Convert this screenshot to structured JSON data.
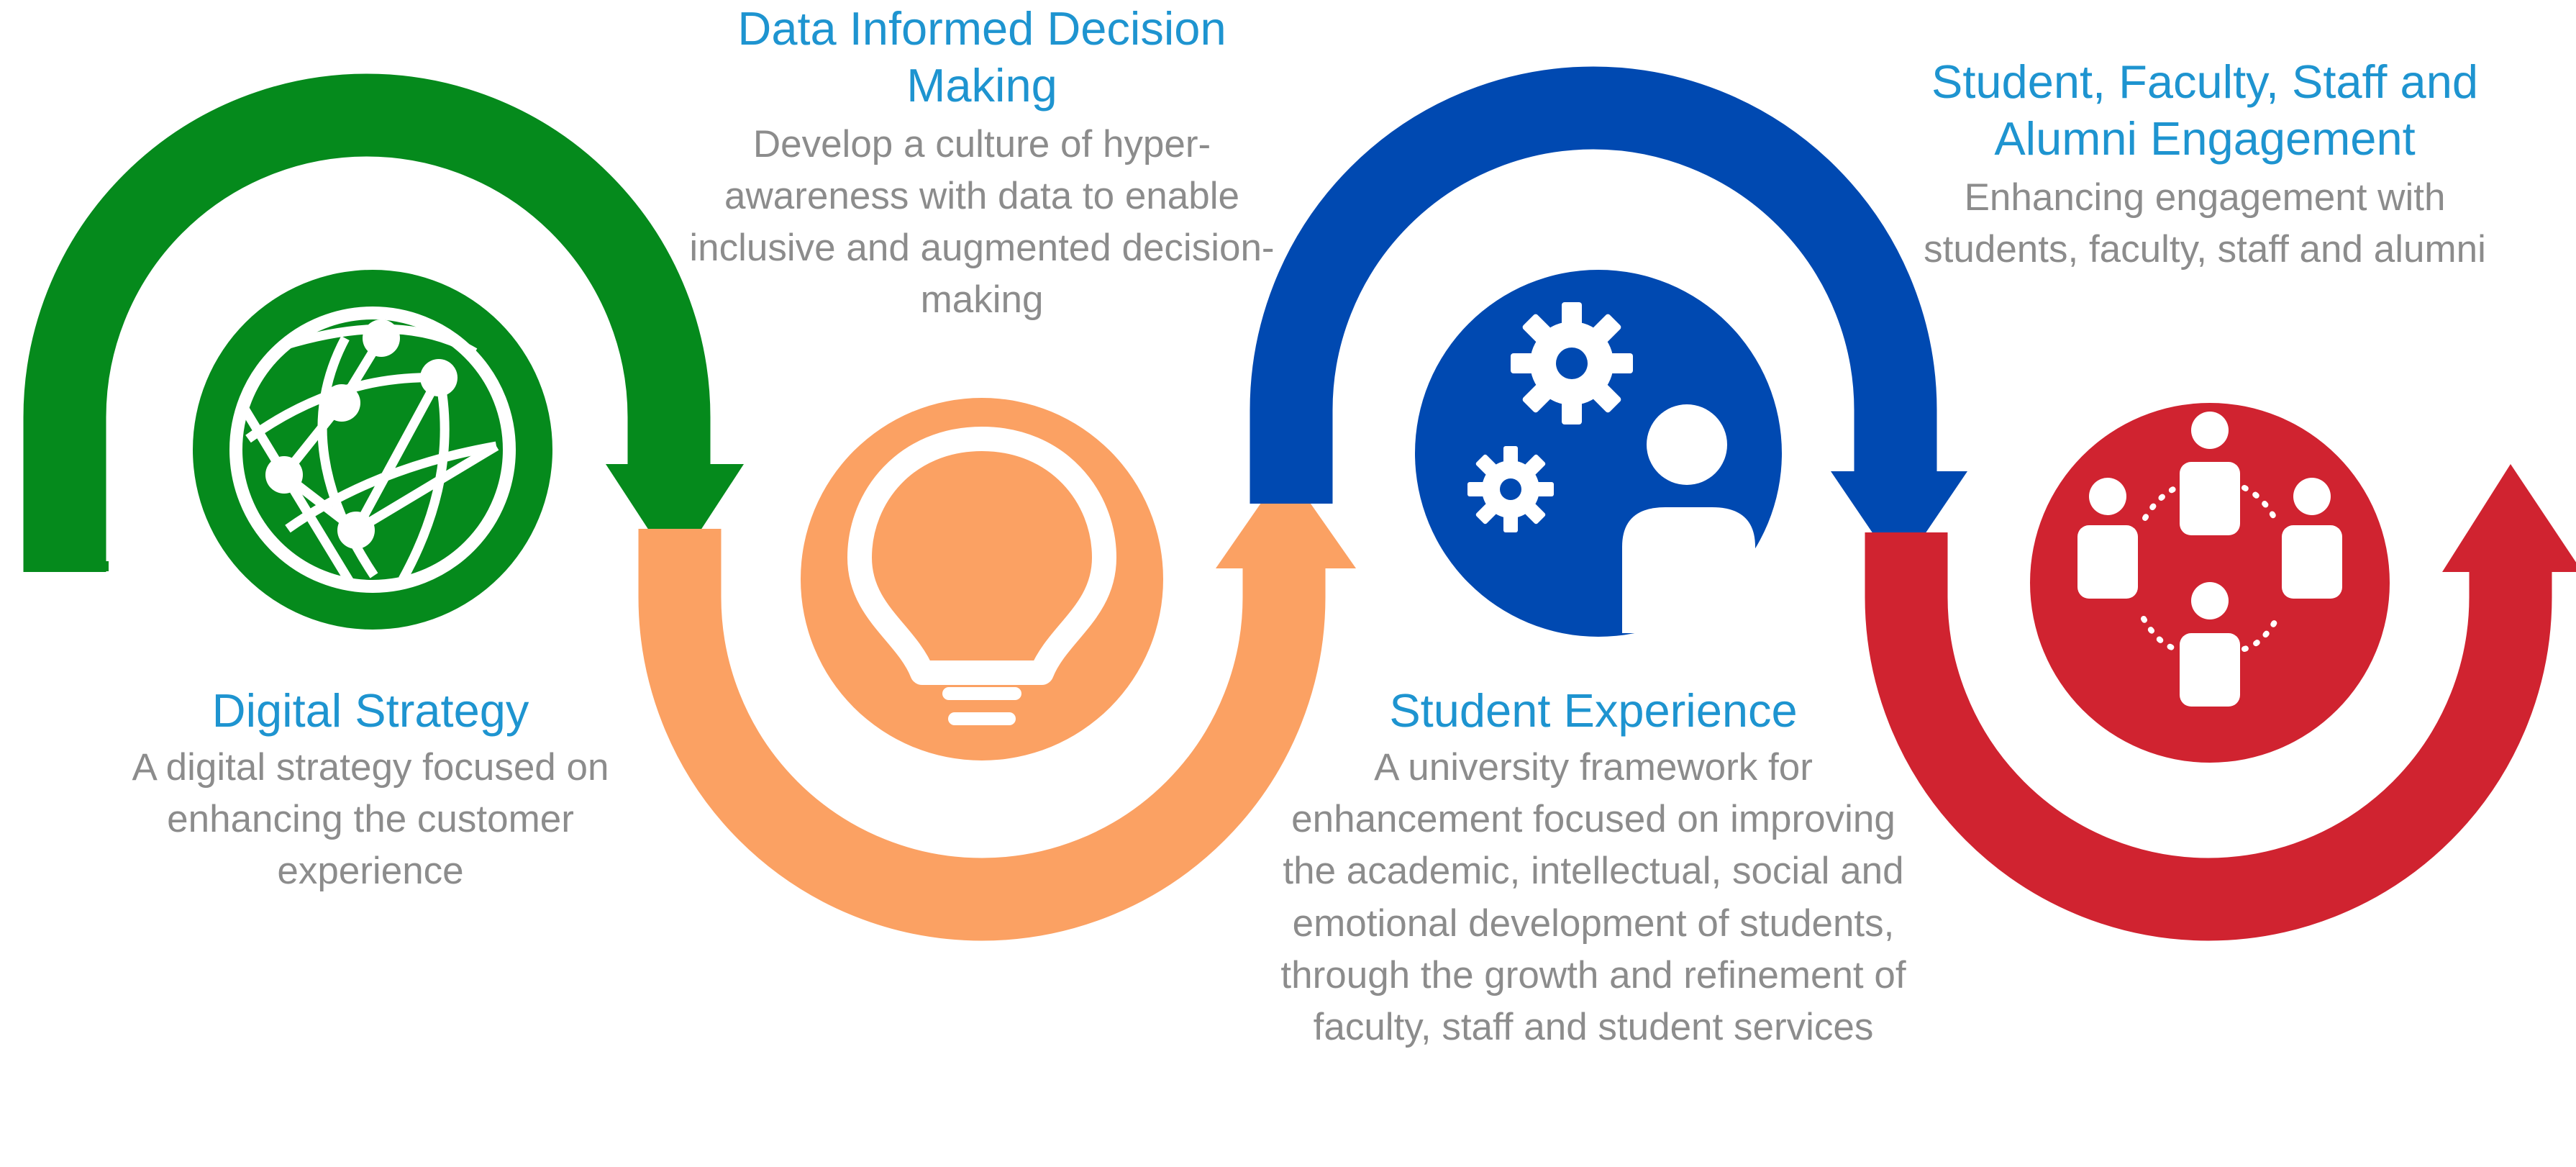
{
  "colors": {
    "green": "#058a1c",
    "orange": "#fba163",
    "blue": "#0049b1",
    "red": "#d02330",
    "title": "#1e94d0",
    "description": "#8c8c8c"
  },
  "stages": [
    {
      "title": "Digital Strategy",
      "description": "A digital strategy focused on enhancing the customer experience",
      "color": "green",
      "icon": "globe-network-icon"
    },
    {
      "title": "Data Informed Decision Making",
      "description": "Develop a culture of hyper-awareness with data to enable inclusive and augmented decision-making",
      "color": "orange",
      "icon": "lightbulb-icon"
    },
    {
      "title": "Student Experience",
      "description": "A university framework for enhancement focused on improving the academic, intellectual, social and emotional development of students, through the growth and refinement of faculty, staff and student services",
      "color": "blue",
      "icon": "gears-person-icon"
    },
    {
      "title": "Student, Faculty, Staff and Alumni Engagement",
      "description": "Enhancing engagement with students, faculty, staff and alumni",
      "color": "red",
      "icon": "people-network-icon"
    }
  ]
}
